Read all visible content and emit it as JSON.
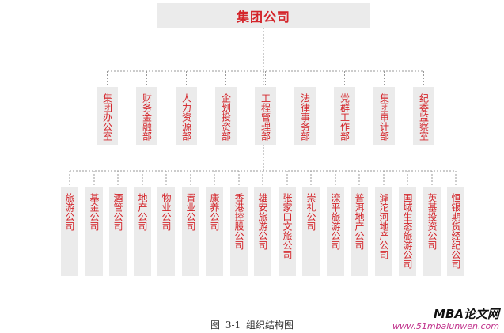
{
  "root": {
    "label": "集团公司"
  },
  "departments": [
    {
      "id": "d1",
      "label": "集团办公室"
    },
    {
      "id": "d2",
      "label": "财务金融部"
    },
    {
      "id": "d3",
      "label": "人力资源部"
    },
    {
      "id": "d4",
      "label": "企划投资部"
    },
    {
      "id": "d5",
      "label": "工程管理部"
    },
    {
      "id": "d6",
      "label": "法律事务部"
    },
    {
      "id": "d7",
      "label": "党群工作部"
    },
    {
      "id": "d8",
      "label": "集团审计部"
    },
    {
      "id": "d9",
      "label": "纪委监察室"
    }
  ],
  "subsidiaries": [
    {
      "id": "s1",
      "label": "旅游公司"
    },
    {
      "id": "s2",
      "label": "基金公司"
    },
    {
      "id": "s3",
      "label": "酒管公司"
    },
    {
      "id": "s4",
      "label": "地产公司"
    },
    {
      "id": "s5",
      "label": "物业公司"
    },
    {
      "id": "s6",
      "label": "置业公司"
    },
    {
      "id": "s7",
      "label": "康养公司"
    },
    {
      "id": "s8",
      "label": "香港控股公司"
    },
    {
      "id": "s9",
      "label": "雄安旅游公司"
    },
    {
      "id": "s10",
      "label": "张家口文旅公司"
    },
    {
      "id": "s11",
      "label": "崇礼公司"
    },
    {
      "id": "s12",
      "label": "滦平旅游公司"
    },
    {
      "id": "s13",
      "label": "普洱地产公司"
    },
    {
      "id": "s14",
      "label": "滹沱河地产公司"
    },
    {
      "id": "s15",
      "label": "国域生态旅游公司"
    },
    {
      "id": "s16",
      "label": "英基投资公司"
    },
    {
      "id": "s17",
      "label": "恒银期货经纪公司"
    }
  ],
  "caption": "图 3-1  组织结构图",
  "watermark": {
    "logo": "MBA论文网",
    "url": "www.51mbalunwen.com"
  },
  "colors": {
    "box_fill": "#ebebeb",
    "text": "#d4242a",
    "connector": "#9a9a9a"
  }
}
